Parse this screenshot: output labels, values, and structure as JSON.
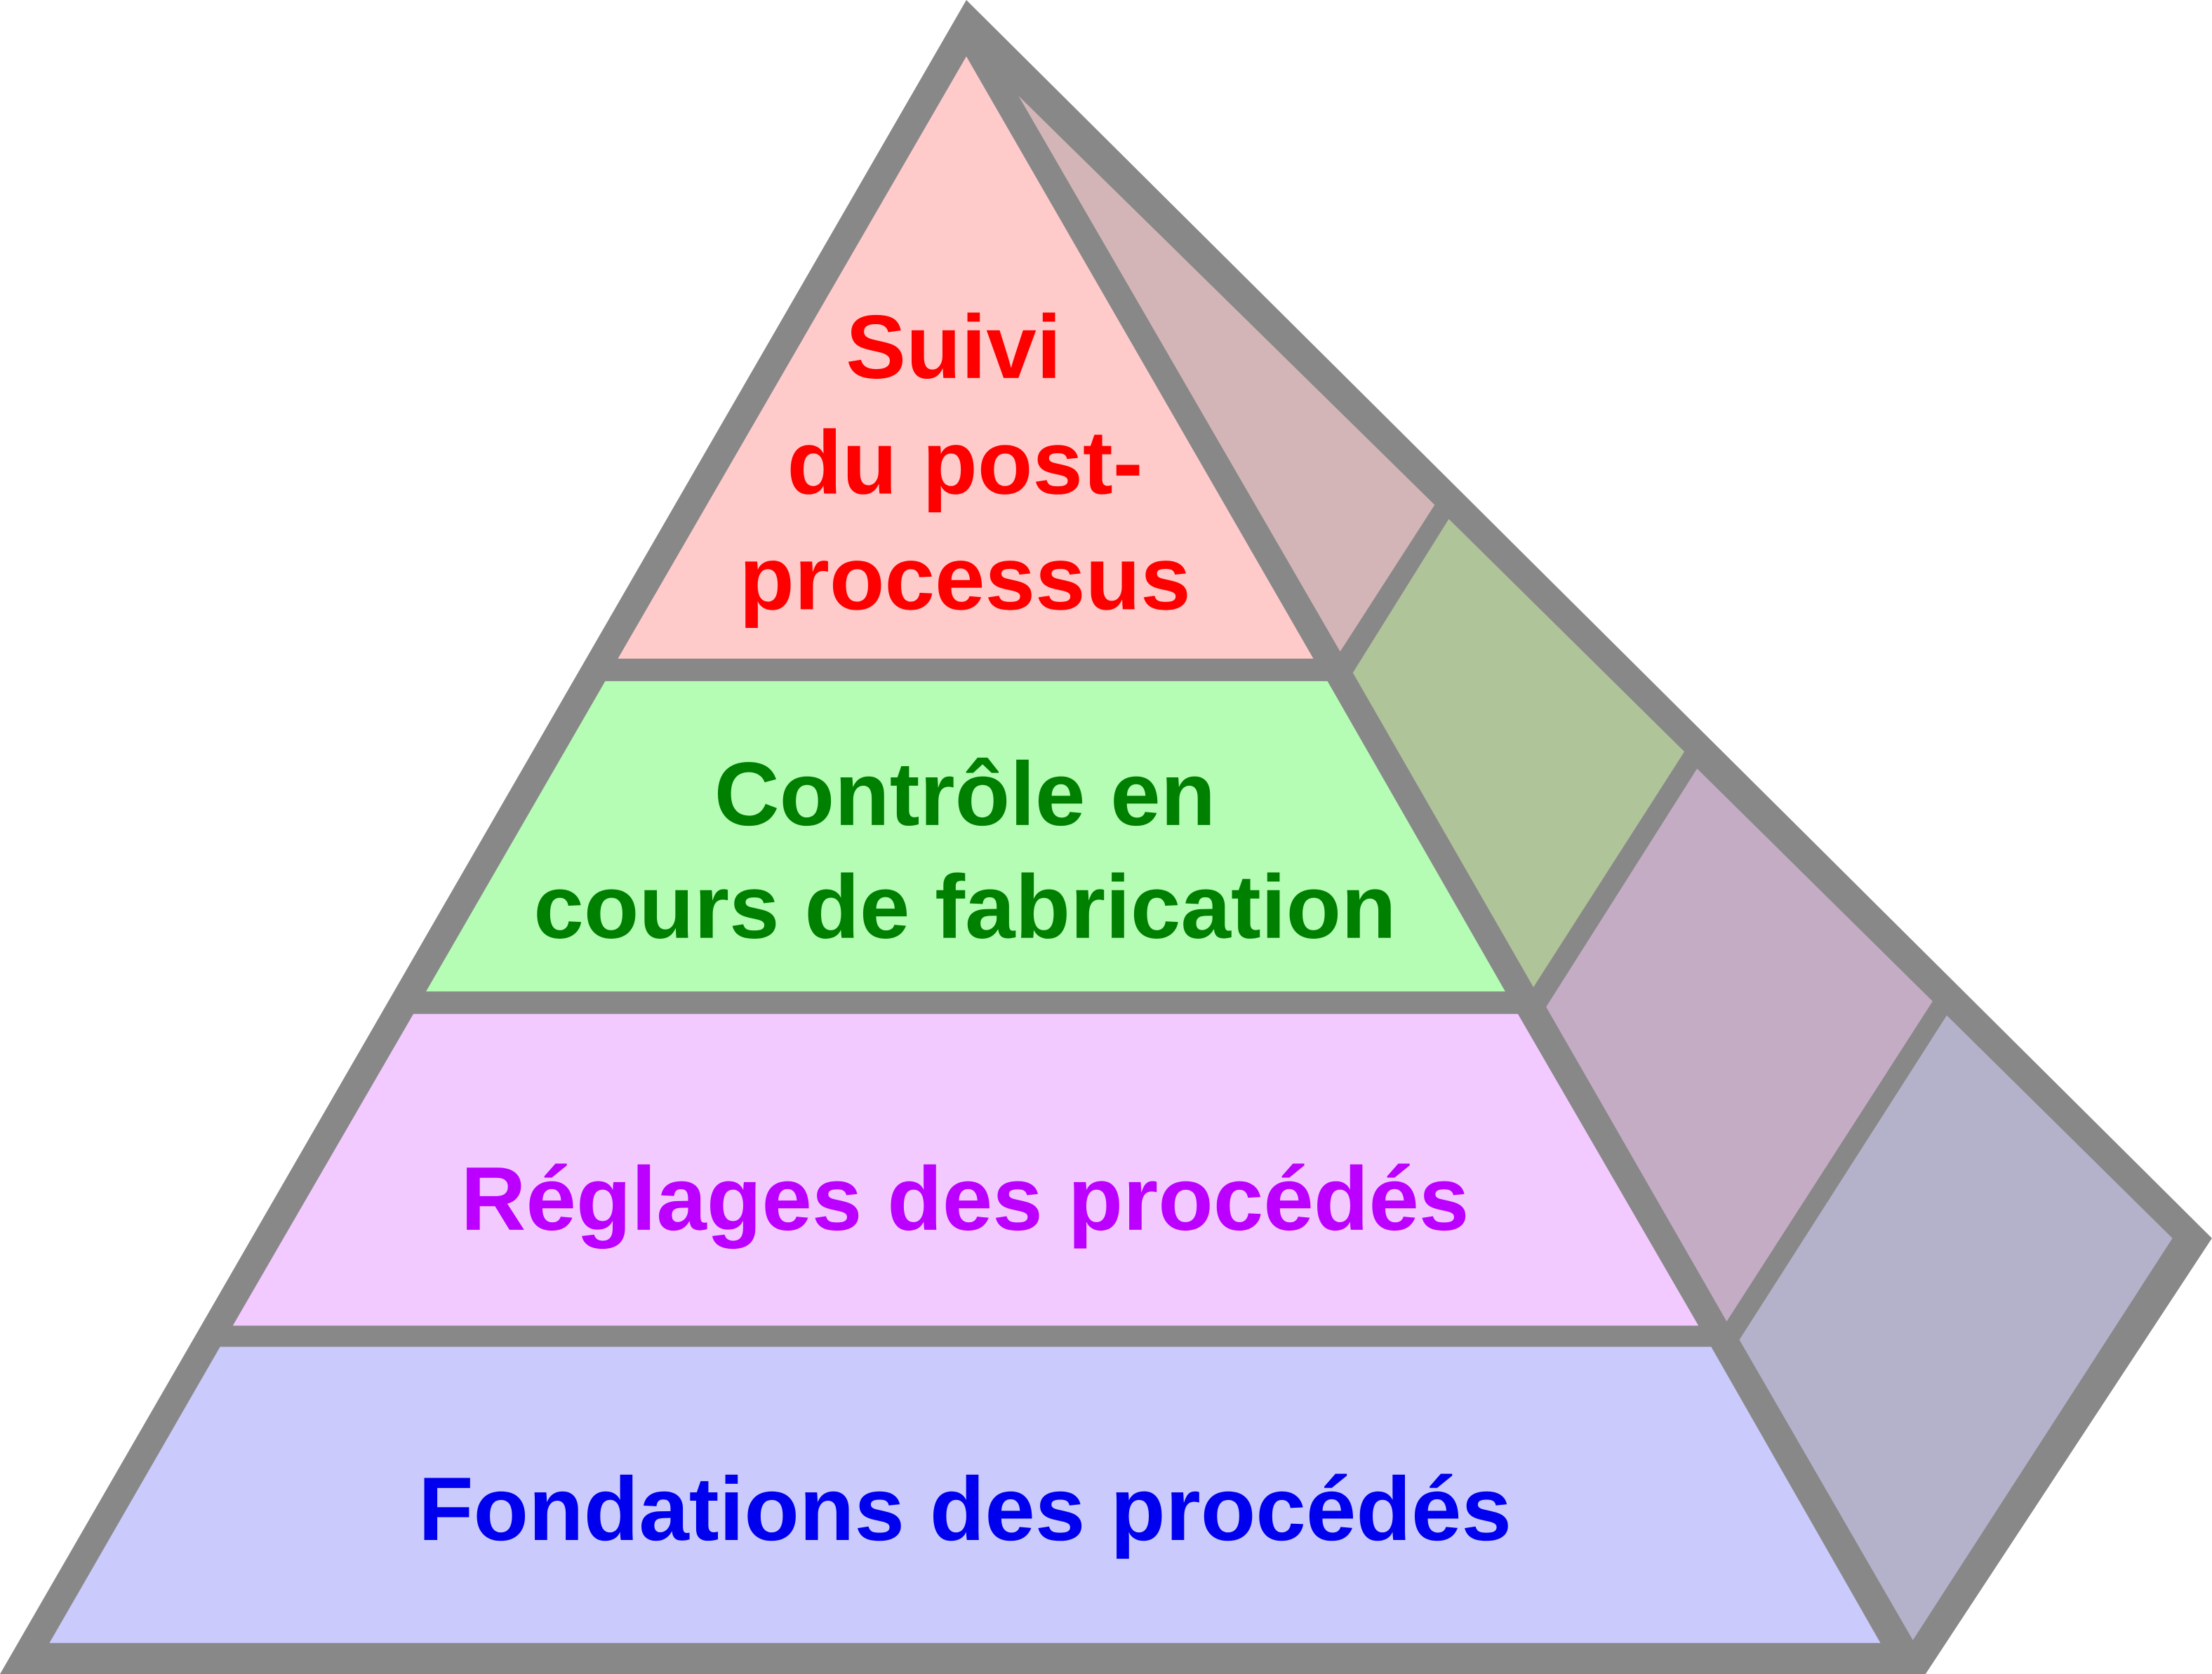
{
  "title": "Pyramide de maîtrise des procédés",
  "levels": [
    {
      "lines": [
        "Suivi",
        "du post-",
        "processus"
      ],
      "text_color": "#ff0000",
      "fill": "#ffcaca",
      "side_fill": "#d4b5b7"
    },
    {
      "lines": [
        "Contrôle en",
        "cours de fabrication"
      ],
      "text_color": "#008000",
      "fill": "#b5fcb5",
      "side_fill": "#b0c49a"
    },
    {
      "lines": [
        "Réglages des procédés"
      ],
      "text_color": "#bb00ff",
      "fill": "#f2caff",
      "side_fill": "#c4acc4"
    },
    {
      "lines": [
        "Fondations des procédés"
      ],
      "text_color": "#0000ee",
      "fill": "#cacafc",
      "side_fill": "#b4b2cb"
    }
  ],
  "frame_color": "#888888"
}
